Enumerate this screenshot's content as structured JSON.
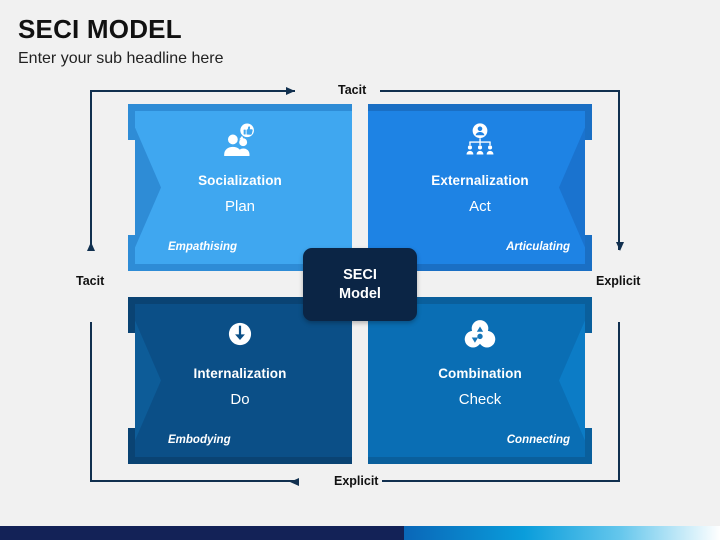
{
  "header": {
    "title": "SECI MODEL",
    "subtitle": "Enter your sub headline here"
  },
  "axes": {
    "top_label": "Tacit",
    "bottom_label": "Explicit",
    "left_label": "Tacit",
    "right_label": "Explicit"
  },
  "center": {
    "line1": "SECI",
    "line2": "Model"
  },
  "quadrants": [
    {
      "key": "socialization",
      "name": "Socialization",
      "verb": "Plan",
      "note": "Empathising",
      "icon": "people-thumbs-up-icon",
      "fill": "#3FA7F0",
      "frame": "#2E8CD6",
      "chevron": "#2E8CD6",
      "note_align": "left"
    },
    {
      "key": "externalization",
      "name": "Externalization",
      "verb": "Act",
      "note": "Articulating",
      "icon": "org-chart-icon",
      "fill": "#1E83E4",
      "frame": "#1A6FC4",
      "chevron": "#1A73CF",
      "note_align": "right"
    },
    {
      "key": "internalization",
      "name": "Internalization",
      "verb": "Do",
      "note": "Embodying",
      "icon": "download-circle-icon",
      "fill": "#0B4F87",
      "frame": "#0A4373",
      "chevron": "#0D5C98",
      "note_align": "left"
    },
    {
      "key": "combination",
      "name": "Combination",
      "verb": "Check",
      "note": "Connecting",
      "icon": "venn-circles-icon",
      "fill": "#0A6EB4",
      "frame": "#0A5F9C",
      "chevron": "#0C7CC6",
      "note_align": "right"
    }
  ],
  "colors": {
    "frame_line": "#11304f",
    "background": "#f1f1f1",
    "center_badge": "#0b2545",
    "footer_navy": "#132257"
  }
}
